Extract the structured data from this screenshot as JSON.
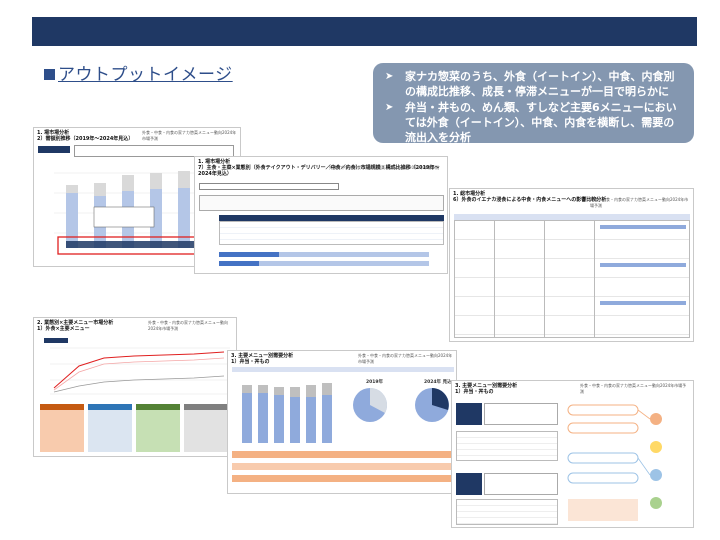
{
  "slide": {
    "title_marker": "■",
    "title": "アウトプットイメージ",
    "bullets": [
      "家ナカ惣菜のうち、外食（イートイン）、中食、内食別の構成比推移、成長・停滞メニューが一目で明らかに",
      "弁当・丼もの、めん類、すしなど主要6メニューにおいては外食（イートイン）、中食、内食を横断し、需要の流出入を分析"
    ]
  },
  "thumbs": {
    "t1": {
      "title": "1. 場市場分析\n2）需額別推移（2019年～2024年見込）",
      "note": "外食・中食・内食の家ナカ惣菜メニュー動向2024年市場予測"
    },
    "t2": {
      "title": "1. 場市場分析\n7）主食・主菜×業態別（外食テイクアウト・デリバリー／中食／内食）市場規模・構成比推移（2019年～2024年見込）",
      "note": "外食・中食・内食の家ナカ惣菜メニュー動向2024年市場予測"
    },
    "t3": {
      "title": "1. 総市場分析\n6）外食のイエナカ浸食による中食・内食メニューへの影響比較分析",
      "note": "外食・中食・内食の家ナカ惣菜メニュー動向2024年市場予測"
    },
    "t4": {
      "title": "2. 業態別×主要メニュー市場分析\n1）外食×主要メニュー",
      "note": "外食・中食・内食の家ナカ惣菜メニュー動向2024年市場予測"
    },
    "t5": {
      "title": "3. 主要メニュー別需要分析\n1）弁当・丼もの",
      "note": "外食・中食・内食の家ナカ惣菜メニュー動向2024年市場予測",
      "year_left": "2019年",
      "year_right": "2024年 見込"
    },
    "t6": {
      "title": "3. 主要メニュー別需要分析\n1）弁当・丼もの",
      "note": "外食・中食・内食の家ナカ惣菜メニュー動向2024年市場予測"
    }
  },
  "colors": {
    "header_bar": "#1f3864",
    "callout_bg": "#8497b0",
    "title_blue": "#2e4e8a"
  }
}
